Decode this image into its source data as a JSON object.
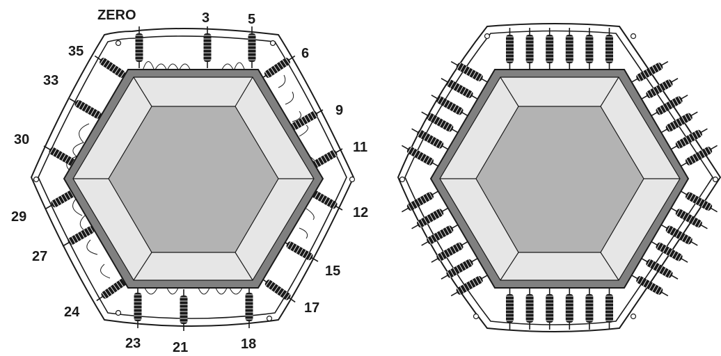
{
  "colors": {
    "frame": "#808080",
    "mat_outer": "#e6e6e6",
    "mat_inner": "#b3b3b3",
    "outline": "#1a1a1a",
    "background": "#ffffff"
  },
  "left_diagram": {
    "labels": {
      "zero": "ZERO",
      "s3": "3",
      "s5": "5",
      "s6": "6",
      "s9": "9",
      "s11": "11",
      "s12": "12",
      "s15": "15",
      "s17": "17",
      "s18": "18",
      "s21": "21",
      "s23": "23",
      "s24": "24",
      "s27": "27",
      "s29": "29",
      "s30": "30",
      "s33": "33",
      "s35": "35"
    }
  },
  "right_diagram": {
    "springs_per_side": 6
  }
}
